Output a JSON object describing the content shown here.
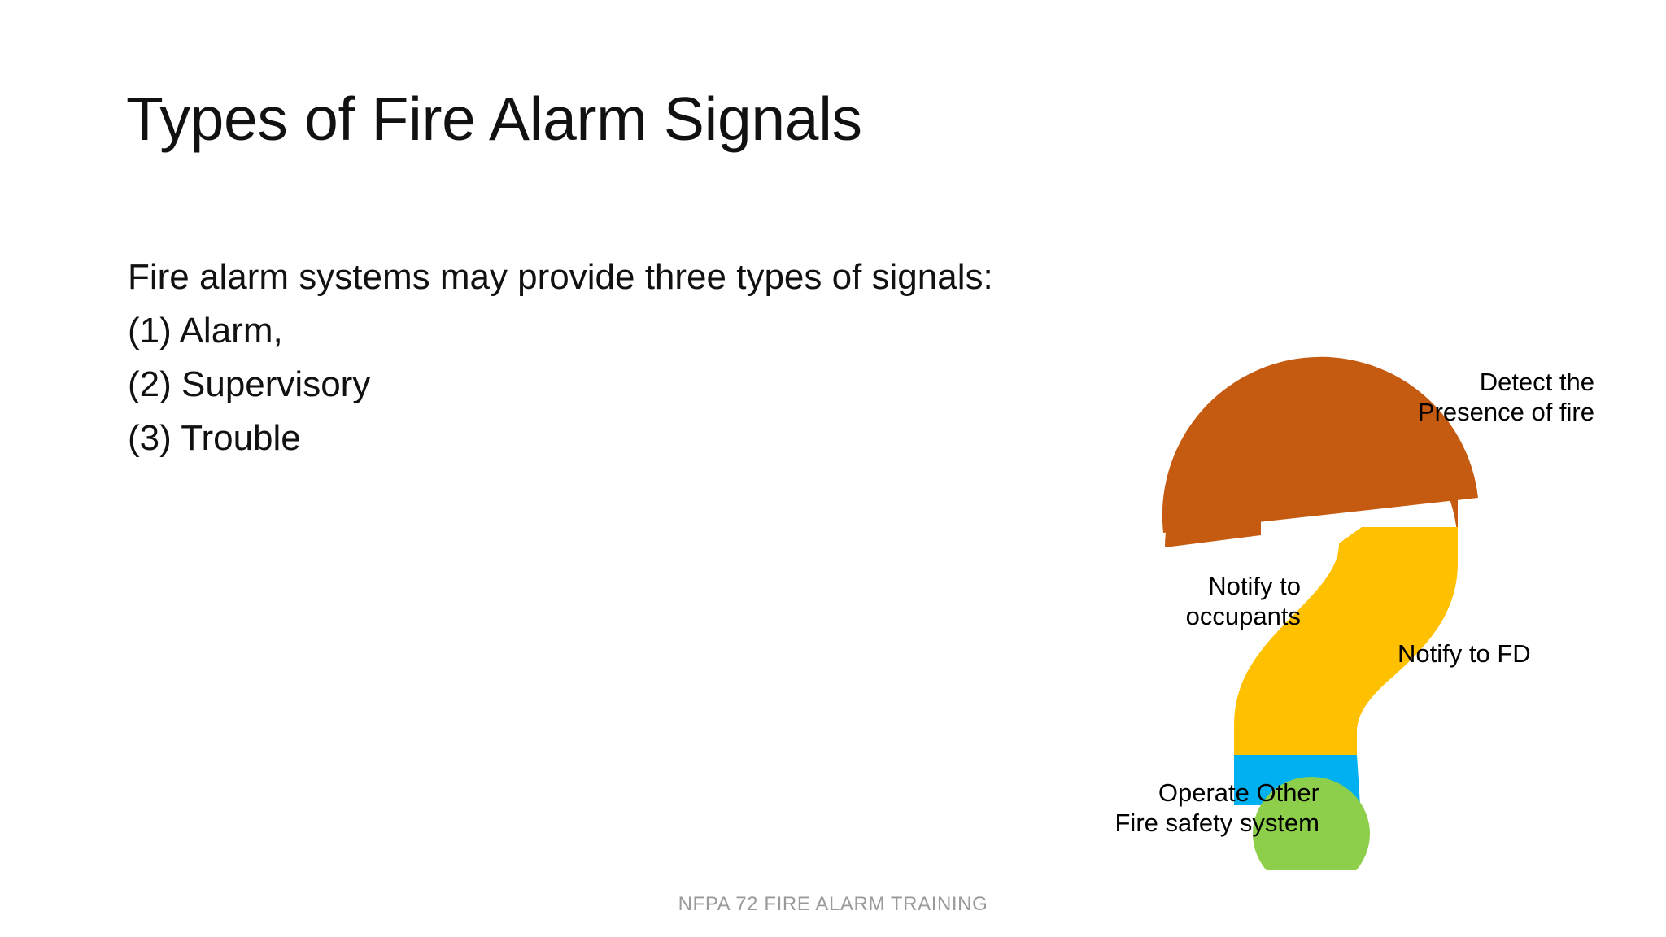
{
  "slide": {
    "title": "Types of Fire Alarm Signals",
    "background_color": "#FFFFFF",
    "text_color": "#111111"
  },
  "body": {
    "lines": [
      "Fire alarm systems may provide three types of signals:",
      "(1) Alarm,",
      "(2) Supervisory",
      "(3) Trouble"
    ]
  },
  "footer": {
    "text": "NFPA 72 FIRE ALARM TRAINING",
    "color": "#9A9A9A"
  },
  "graphic": {
    "name": "question-mark-diagram",
    "segments": [
      {
        "id": "arc",
        "shape": "arc-top",
        "color": "#C55A11"
      },
      {
        "id": "hook",
        "shape": "diagonal",
        "color": "#FFC000"
      },
      {
        "id": "base",
        "shape": "base-bar",
        "color": "#00B0F0"
      },
      {
        "id": "dot",
        "shape": "circle",
        "color": "#8DCE4B"
      }
    ],
    "callouts": [
      {
        "id": "detect",
        "line1": "Detect the",
        "line2": "Presence of fire"
      },
      {
        "id": "occupants",
        "line1": "Notify to",
        "line2": "occupants"
      },
      {
        "id": "fd",
        "line1": "Notify to FD",
        "line2": ""
      },
      {
        "id": "operate",
        "line1": "Operate Other",
        "line2": "Fire safety system"
      }
    ]
  }
}
